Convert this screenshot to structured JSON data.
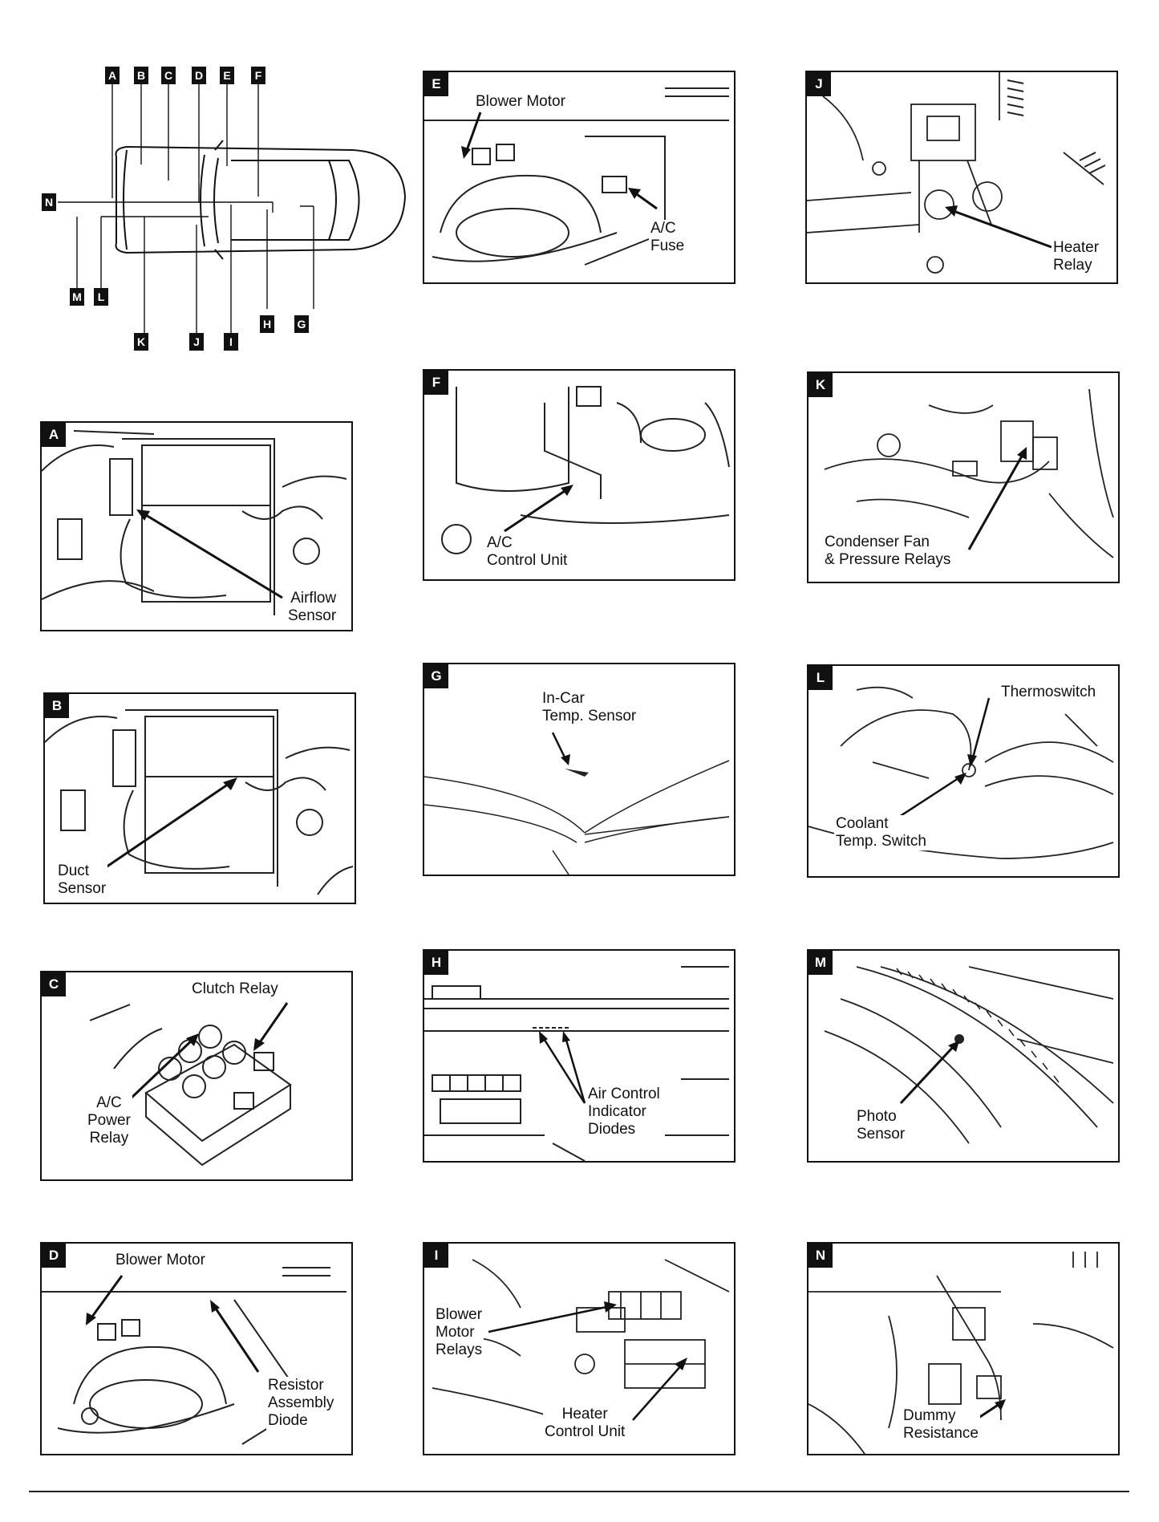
{
  "overview": {
    "top_letters": [
      "A",
      "B",
      "C",
      "D",
      "E",
      "F"
    ],
    "left_letter": "N",
    "bottom_letters_row1": [
      "M",
      "L",
      "H",
      "G"
    ],
    "bottom_letters_row2": [
      "K",
      "J",
      "I"
    ]
  },
  "panels": {
    "A": {
      "letter": "A",
      "caption": "Airflow\nSensor"
    },
    "B": {
      "letter": "B",
      "caption": "Duct\nSensor"
    },
    "C": {
      "letter": "C",
      "caption1": "Clutch Relay",
      "caption2": "A/C\nPower\nRelay"
    },
    "D": {
      "letter": "D",
      "caption1": "Blower Motor",
      "caption2": "Resistor\nAssembly\nDiode"
    },
    "E": {
      "letter": "E",
      "caption1": "Blower Motor",
      "caption2": "A/C\nFuse"
    },
    "F": {
      "letter": "F",
      "caption": "A/C\nControl Unit"
    },
    "G": {
      "letter": "G",
      "caption": "In-Car\nTemp. Sensor"
    },
    "H": {
      "letter": "H",
      "caption": "Air Control\nIndicator\nDiodes"
    },
    "I": {
      "letter": "I",
      "caption1": "Blower\nMotor\nRelays",
      "caption2": "Heater\nControl Unit"
    },
    "J": {
      "letter": "J",
      "caption": "Heater\nRelay"
    },
    "K": {
      "letter": "K",
      "caption": "Condenser Fan\n& Pressure Relays"
    },
    "L": {
      "letter": "L",
      "caption1": "Thermoswitch",
      "caption2": "Coolant\nTemp. Switch"
    },
    "M": {
      "letter": "M",
      "caption": "Photo\nSensor"
    },
    "N": {
      "letter": "N",
      "caption": "Dummy\nResistance"
    }
  },
  "colors": {
    "ink": "#111111",
    "paper": "#ffffff"
  }
}
